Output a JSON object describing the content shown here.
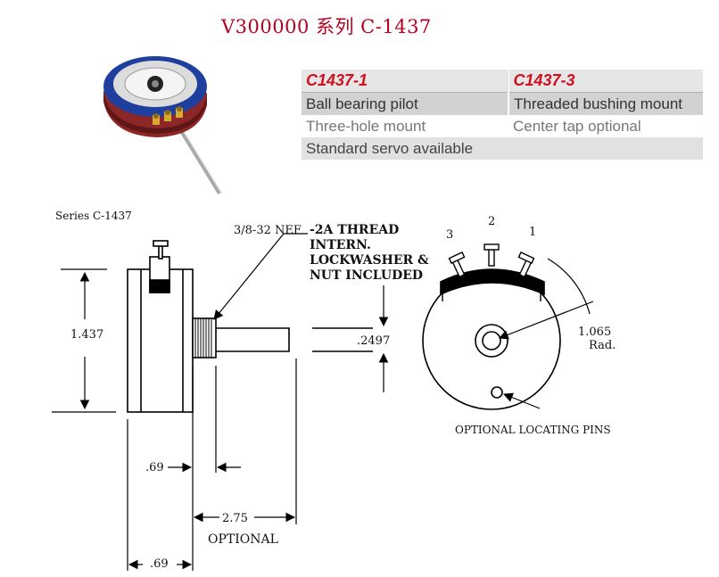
{
  "title": "V300000 系列 C-1437",
  "spec_table": {
    "headers": [
      "C1437-1",
      "C1437-3"
    ],
    "rows": [
      [
        "Ball bearing pilot",
        "Threaded bushing mount"
      ],
      [
        "Three-hole mount",
        "Center tap optional"
      ],
      [
        "Standard servo available",
        ""
      ]
    ]
  },
  "drawing": {
    "series_label": "Series C-1437",
    "thread_label_1": "3/8-32 NEF",
    "thread_label_2": "-2A THREAD",
    "thread_label_3": "INTERN.",
    "thread_label_4": "LOCKWASHER &",
    "thread_label_5": "NUT INCLUDED",
    "height_dim": "1.437",
    "shaft_dim": ".2497",
    "body_dim": ".69",
    "bottom_dim": ".69",
    "optional_dim": "2.75",
    "optional_label": "OPTIONAL",
    "terminal_labels": [
      "3",
      "2",
      "1"
    ],
    "radius_value": "1.065",
    "radius_unit": "Rad.",
    "pins_label": "OPTIONAL LOCATING PINS"
  },
  "colors": {
    "title": "#b8001f",
    "table_header_text": "#d0101e",
    "housing_blue": "#1f3f9e",
    "housing_red": "#9c2a2a",
    "terminal_gold": "#d7a933"
  }
}
